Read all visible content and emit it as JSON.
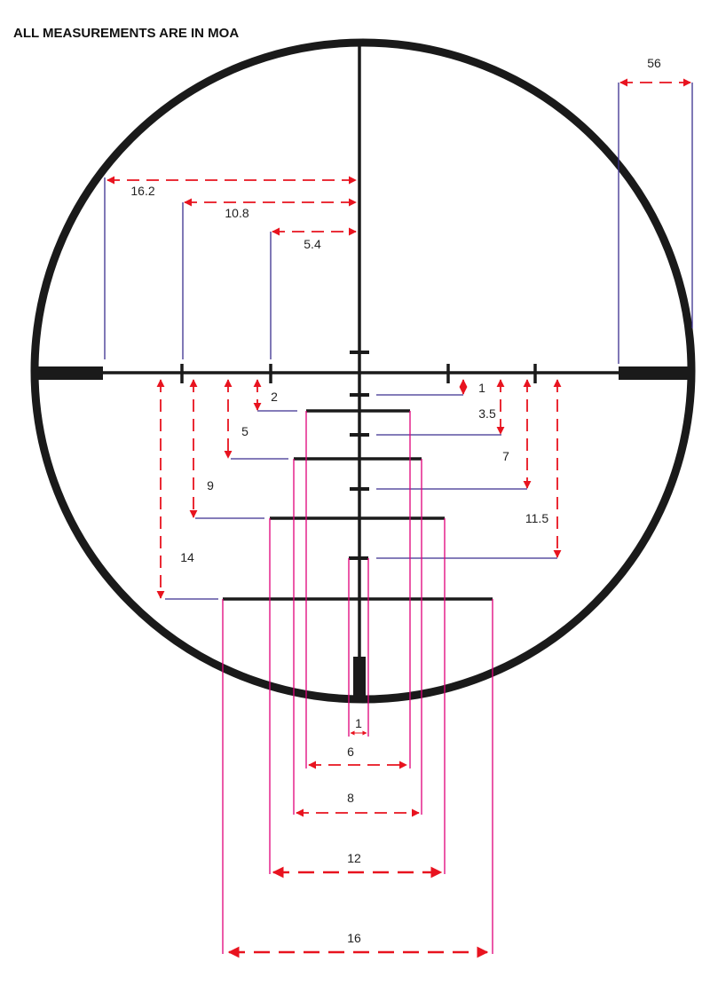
{
  "title": "ALL MEASUREMENTS ARE IN MOA",
  "colors": {
    "reticle": "#1a1a1a",
    "dimension_arrow": "#e8131f",
    "horizontal_leader": "#3b2f8f",
    "vertical_leader": "#e0007a"
  },
  "labels": {
    "post_gap": "56",
    "h_16_2": "16.2",
    "h_10_8": "10.8",
    "h_5_4": "5.4",
    "left_2": "2",
    "left_5": "5",
    "left_9": "9",
    "left_14": "14",
    "right_1": "1",
    "right_3_5": "3.5",
    "right_7": "7",
    "right_11_5": "11.5",
    "bottom_1": "1",
    "bottom_6": "6",
    "bottom_8": "8",
    "bottom_12": "12",
    "bottom_16": "16"
  }
}
